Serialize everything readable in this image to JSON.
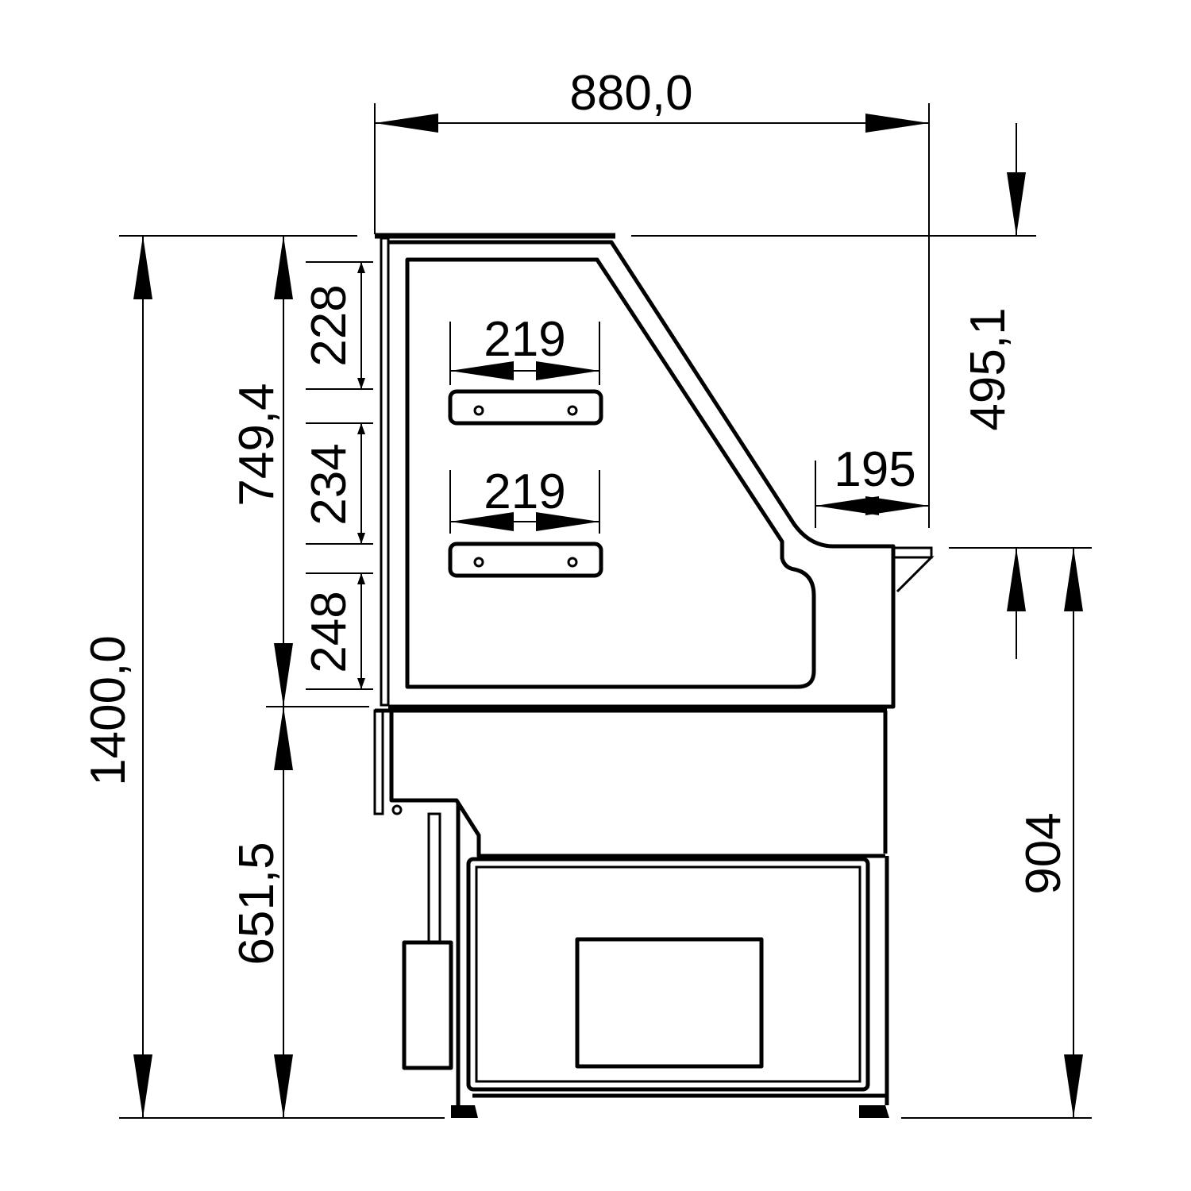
{
  "drawing": {
    "overall_depth": "880,0",
    "overall_height": "1400,0",
    "upper_height": "749,4",
    "lower_height": "651,5",
    "shelf_gap_top": "228",
    "shelf_gap_middle": "234",
    "shelf_gap_bottom": "248",
    "shelf_depth_upper": "219",
    "shelf_depth_lower": "219",
    "top_to_worktop": "495,1",
    "worktop_depth": "195",
    "worktop_height": "904"
  },
  "colors": {
    "line": "#000000",
    "background": "#ffffff"
  }
}
